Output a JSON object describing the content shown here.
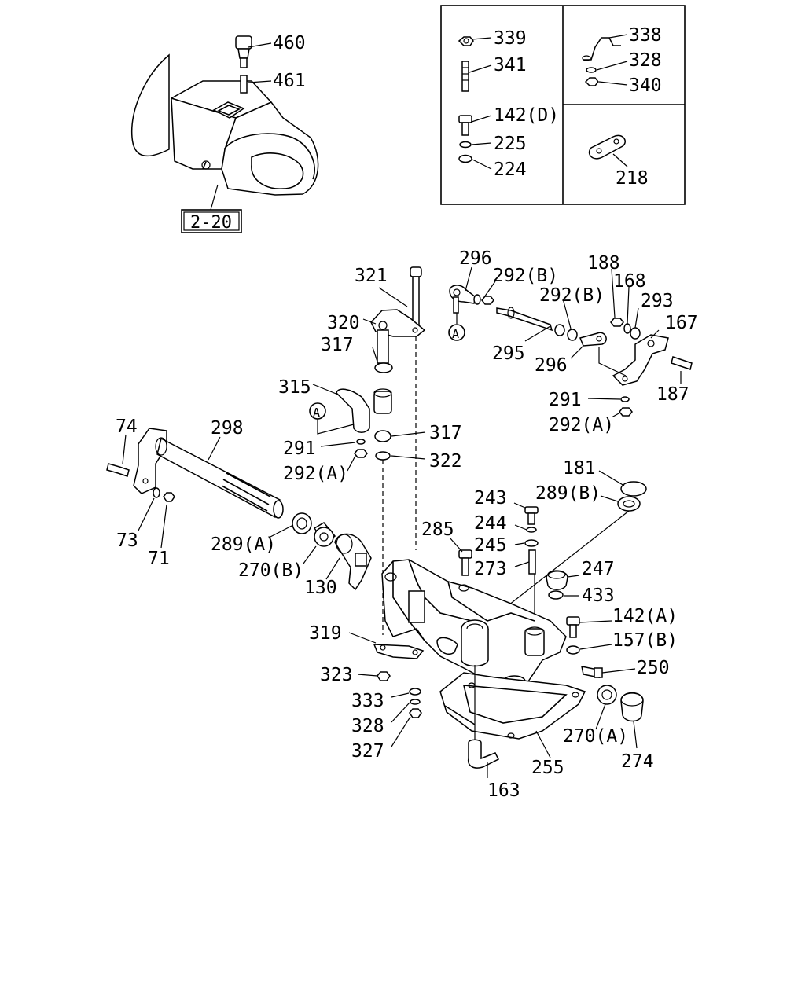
{
  "ref_box": "2-20",
  "circle_ref": "A",
  "labels": {
    "l460": "460",
    "l461": "461",
    "l339": "339",
    "l341": "341",
    "l142D": "142(D)",
    "l225": "225",
    "l224": "224",
    "l338": "338",
    "l328top": "328",
    "l340": "340",
    "l218": "218",
    "l321": "321",
    "l320": "320",
    "l317a": "317",
    "l315": "315",
    "l317b": "317",
    "l291a": "291",
    "l292Aa": "292(A)",
    "l322": "322",
    "l296a": "296",
    "l292Ba": "292(B)",
    "l292Bb": "292(B)",
    "l188": "188",
    "l168": "168",
    "l293": "293",
    "l167": "167",
    "l295": "295",
    "l296b": "296",
    "l187": "187",
    "l291b": "291",
    "l292Ab": "292(A)",
    "l74": "74",
    "l298": "298",
    "l73": "73",
    "l71": "71",
    "l289A": "289(A)",
    "l270B": "270(B)",
    "l130": "130",
    "l181": "181",
    "l289B": "289(B)",
    "l243": "243",
    "l244": "244",
    "l285": "285",
    "l245": "245",
    "l273": "273",
    "l247": "247",
    "l433": "433",
    "l142A": "142(A)",
    "l157B": "157(B)",
    "l250": "250",
    "l319": "319",
    "l323": "323",
    "l333": "333",
    "l328": "328",
    "l327": "327",
    "l270A": "270(A)",
    "l274": "274",
    "l255": "255",
    "l163": "163"
  }
}
